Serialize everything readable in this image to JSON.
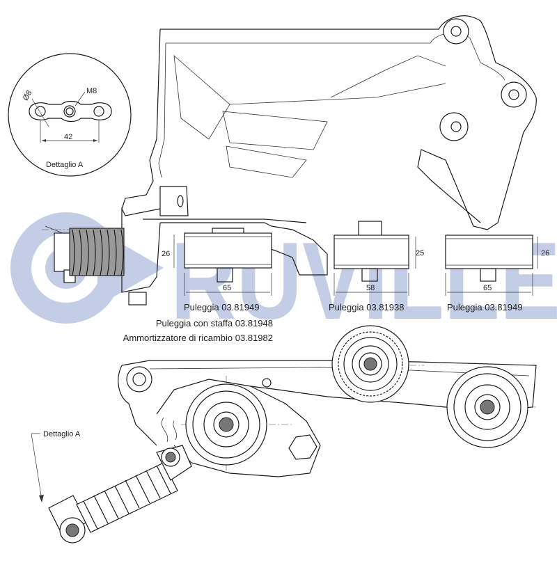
{
  "brand": {
    "name": "RUVILLE",
    "color": "#b9c6e2"
  },
  "detail_a": {
    "title": "Dettaglio A",
    "hole_diameter": "Ø8",
    "thread": "M8",
    "spacing": "42"
  },
  "dimensions": {
    "pulley_left_height": "26",
    "pulley_left_width": "65",
    "pulley_mid_height": "25",
    "pulley_mid_width": "58",
    "pulley_right_height": "26",
    "pulley_right_width": "65"
  },
  "captions": {
    "left": "Puleggia 03.81949",
    "mid": "Puleggia 03.81938",
    "right": "Puleggia 03.81949",
    "bracket": "Puleggia con staffa 03.81948",
    "damper": "Ammortizzatore di ricambio 03.81982"
  },
  "callout": {
    "detail_ref": "Dettaglio A"
  }
}
